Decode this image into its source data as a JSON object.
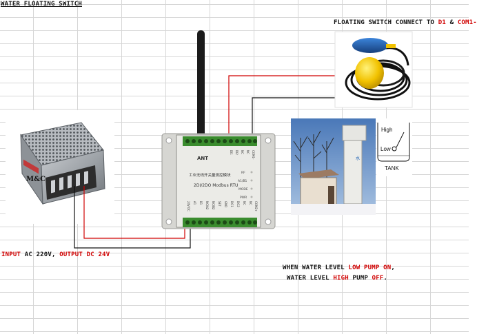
{
  "title": "WATER FLOATING SWITCH",
  "float_label": {
    "prefix": "FLOATING SWITCH CONNECT TO ",
    "d1": "D1",
    "amp": " & ",
    "com": "COM1-"
  },
  "input_label": {
    "input": "INPUT",
    "ac": " AC 220V, ",
    "output": "OUTPUT DC 24V"
  },
  "note_line1": {
    "a": "WHEN WATER LEVEL ",
    "low": "LOW",
    "b": " ",
    "pump": "PUMP ON",
    "c": ","
  },
  "note_line2": {
    "a": "WATER LEVEL ",
    "high": "HIGH",
    "b": " PUMP ",
    "off": "OFF",
    "c": "."
  },
  "power_supply": {
    "brand": "M&C"
  },
  "module": {
    "name": "ANT",
    "chinese": "工业无线开关量测控模块",
    "model": "2DI/2DO Modbus RTU",
    "leds": [
      "RF",
      "A1/B1",
      "MODE",
      "PWR"
    ],
    "top_terminals": [
      "DI1",
      "DI2",
      "NC",
      "NC",
      "COM1-"
    ],
    "bottom_terminals": [
      "24V DC",
      "A1",
      "B1",
      "NC/A2",
      "NC/B2",
      "SET",
      "GND",
      "DO1",
      "DO2",
      "NC",
      "NC",
      "COM2+"
    ]
  },
  "tank_diagram": {
    "high": "High",
    "low": "Low",
    "tank": "TANK"
  },
  "colors": {
    "red_wire": "#d00000",
    "black_wire": "#111111",
    "label_red": "#d00000",
    "module_body": "#e8e8e4",
    "terminal_green": "#3a8c2e",
    "float_blue": "#1f5fb0",
    "float_yellow": "#f2c200"
  }
}
